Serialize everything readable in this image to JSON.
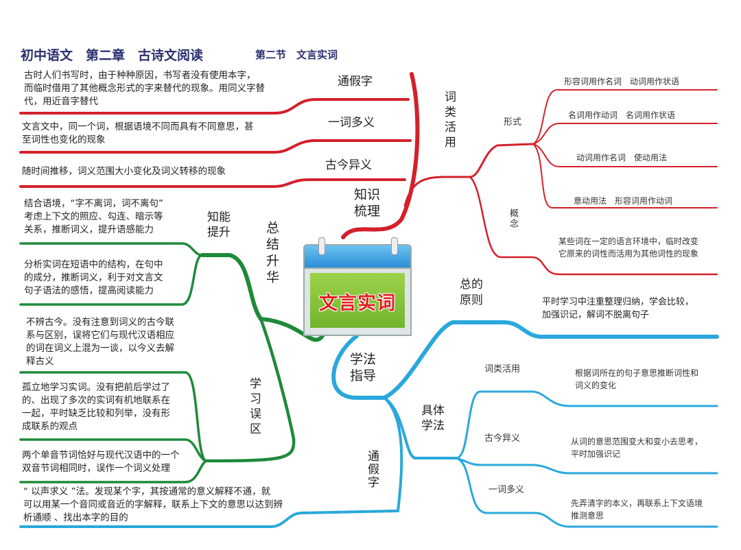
{
  "header": {
    "title": "初中语文　第二章　古诗文阅读",
    "subtitle": "第二节　文言实词"
  },
  "center": {
    "label": "文言实词"
  },
  "colors": {
    "red": "#d4202a",
    "green": "#1e8a3a",
    "blue": "#2aa8dc",
    "title": "#2a2f6e"
  },
  "knowledge": {
    "label": "知识梳理",
    "items": [
      {
        "label": "通假字",
        "desc": [
          "古时人们书写时，由于种种原因，书写者没有使用本字，",
          "而临时借用了其他概念形式的字来替代的现象。用同义字替",
          "代，用近音字替代"
        ]
      },
      {
        "label": "一词多义",
        "desc": [
          "文言文中，同一个词，根据语境不同而具有不同意思，甚",
          "至词性也变化的现象"
        ]
      },
      {
        "label": "古今异义",
        "desc": [
          "随时间推移，词义范围大小变化及词义转移的现象"
        ]
      }
    ],
    "word_class": {
      "label": "词类活用",
      "form": {
        "label": "形式",
        "items": [
          "形容词用作名词　动词用作状语",
          "名词用作动词　名词用作状语",
          "动词用作名词　使动用法",
          "意动用法　形容词用作动词"
        ]
      },
      "concept": {
        "label": "概念",
        "desc": [
          "某些词在一定的语言环境中，临时改变",
          "它原来的词性而活用为其他词性的现象"
        ]
      }
    }
  },
  "summary": {
    "label": "总结升华",
    "ability": {
      "label": "知能提升",
      "items": [
        [
          "结合语境，“字不离词，词不离句”",
          "考虑上下文的照应、勾连、暗示等",
          "关系，推断词义，提升语感能力"
        ],
        [
          "分析实词在短语中的结构，在句中",
          "的成分，推断词义，利于对文言文",
          "句子语法的感悟，提高阅读能力"
        ]
      ]
    },
    "mistakes": {
      "label": "学习误区",
      "items": [
        [
          "不辨古今。没有注意到词义的古今联",
          "系与区别，误将它们与现代汉语相应",
          "的词在词义上混为一谈，以今义去解",
          "释古义"
        ],
        [
          "孤立地学习实词。没有把前后学过了",
          "的、出现了多次的实词有机地联系在",
          "一起，平时缺乏比较和列举，没有形",
          "成联系的观点"
        ],
        [
          "两个单音节词恰好与现代汉语中的一个",
          "双音节词相同时，误作一个词义处理"
        ]
      ]
    }
  },
  "method": {
    "label": "学法指导",
    "principle": {
      "label": "总的原则",
      "desc": [
        "平时学习中注重整理归纳，学会比较，",
        "加强识记，解词不脱离句子"
      ]
    },
    "specific": {
      "label": "具体学法",
      "items": [
        {
          "label": "词类活用",
          "desc": [
            "根据词所在的句子意思推断词性和",
            "词义的变化"
          ]
        },
        {
          "label": "古今异义",
          "desc": [
            "从词的意思范围变大和变小去思考，",
            "平时加强识记"
          ]
        },
        {
          "label": "一词多义",
          "desc": [
            "先弄清字的本义，再联系上下文语境",
            "推测意思"
          ]
        }
      ]
    },
    "loan": {
      "label": "通假字",
      "desc": [
        "“ 以声求义 ”法。发现某个字，其按通常的意义解释不通，就",
        "可以用某一个音同或音近的字解释，联系上下文的意思以达到辨",
        "析通顺 、找出本字的目的"
      ]
    }
  }
}
